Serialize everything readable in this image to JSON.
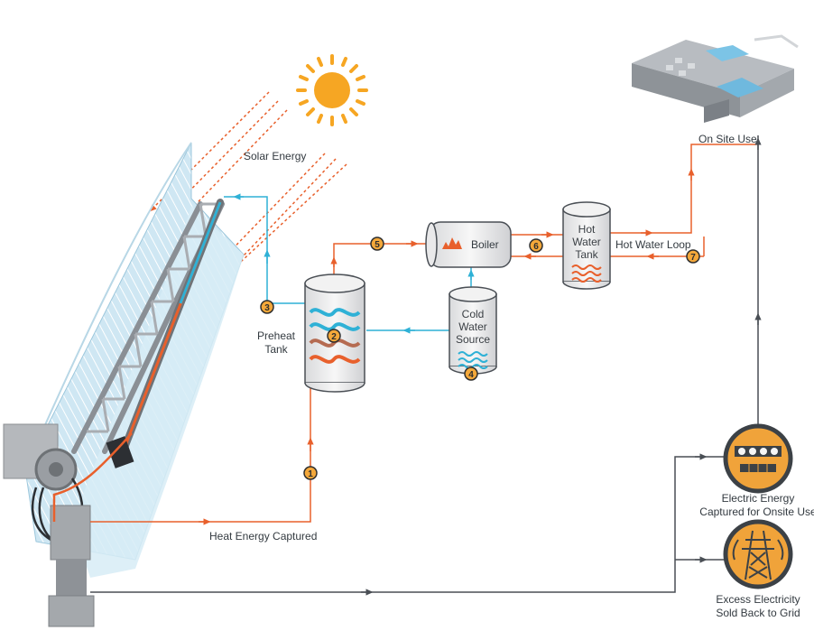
{
  "colors": {
    "orange": "#e8602c",
    "blue": "#2fb1d6",
    "gray_line": "#4a4f55",
    "sun": "#f6a623",
    "badge": "#f4a83a",
    "panel": "#cfe7f3",
    "meter": "#f0a33a"
  },
  "labels": {
    "solar_energy": "Solar Energy",
    "heat_energy_captured": "Heat Energy Captured",
    "preheat_tank_line1": "Preheat",
    "preheat_tank_line2": "Tank",
    "boiler": "Boiler",
    "hot_water_tank_line1": "Hot",
    "hot_water_tank_line2": "Water",
    "hot_water_tank_line3": "Tank",
    "cold_water_line1": "Cold",
    "cold_water_line2": "Water",
    "cold_water_line3": "Source",
    "hot_water_loop": "Hot Water Loop",
    "on_site_use": "On Site Use",
    "electric_energy_line1": "Electric Energy",
    "electric_energy_line2": "Captured for Onsite Use",
    "excess_electricity_line1": "Excess Electricity",
    "excess_electricity_line2": "Sold Back to Grid"
  },
  "badges": {
    "b1": "1",
    "b2": "2",
    "b3": "3",
    "b4": "4",
    "b5": "5",
    "b6": "6",
    "b7": "7"
  },
  "icons": {
    "sun": "sun-icon",
    "building": "building-icon",
    "meter": "electric-meter-icon",
    "tower": "power-tower-icon",
    "flame": "flame-icon",
    "hot_waves": "heat-waves-icon",
    "cold_waves": "water-waves-icon"
  }
}
